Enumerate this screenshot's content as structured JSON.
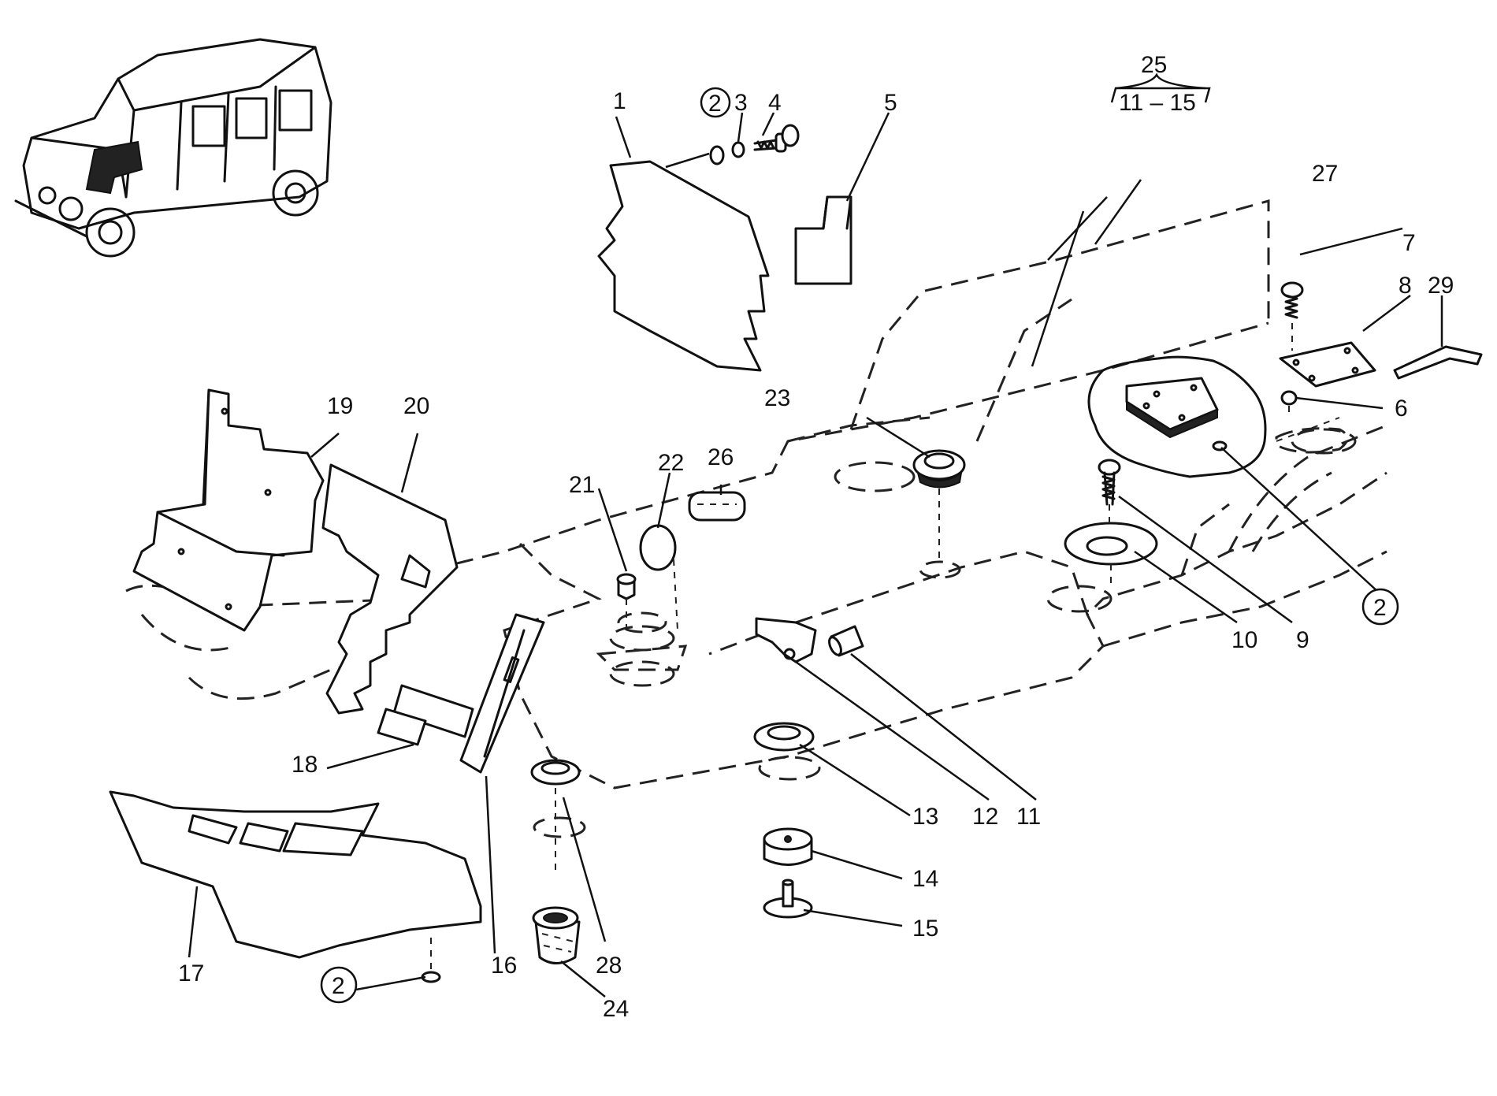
{
  "labels": {
    "l1": "1",
    "l2a": "2",
    "l3": "3",
    "l4": "4",
    "l5": "5",
    "l6": "6",
    "l7": "7",
    "l8": "8",
    "l9": "9",
    "l10": "10",
    "l11": "11",
    "l12": "12",
    "l13": "13",
    "l14": "14",
    "l15": "15",
    "l16": "16",
    "l17": "17",
    "l18": "18",
    "l19": "19",
    "l20": "20",
    "l21": "21",
    "l22": "22",
    "l23": "23",
    "l24": "24",
    "l25": "25",
    "l25range": "11 – 15",
    "l26": "26",
    "l27": "27",
    "l28": "28",
    "l29": "29",
    "l2b": "2",
    "l2c": "2"
  },
  "colors": {
    "ink": "#111111",
    "paper": "#ffffff"
  }
}
